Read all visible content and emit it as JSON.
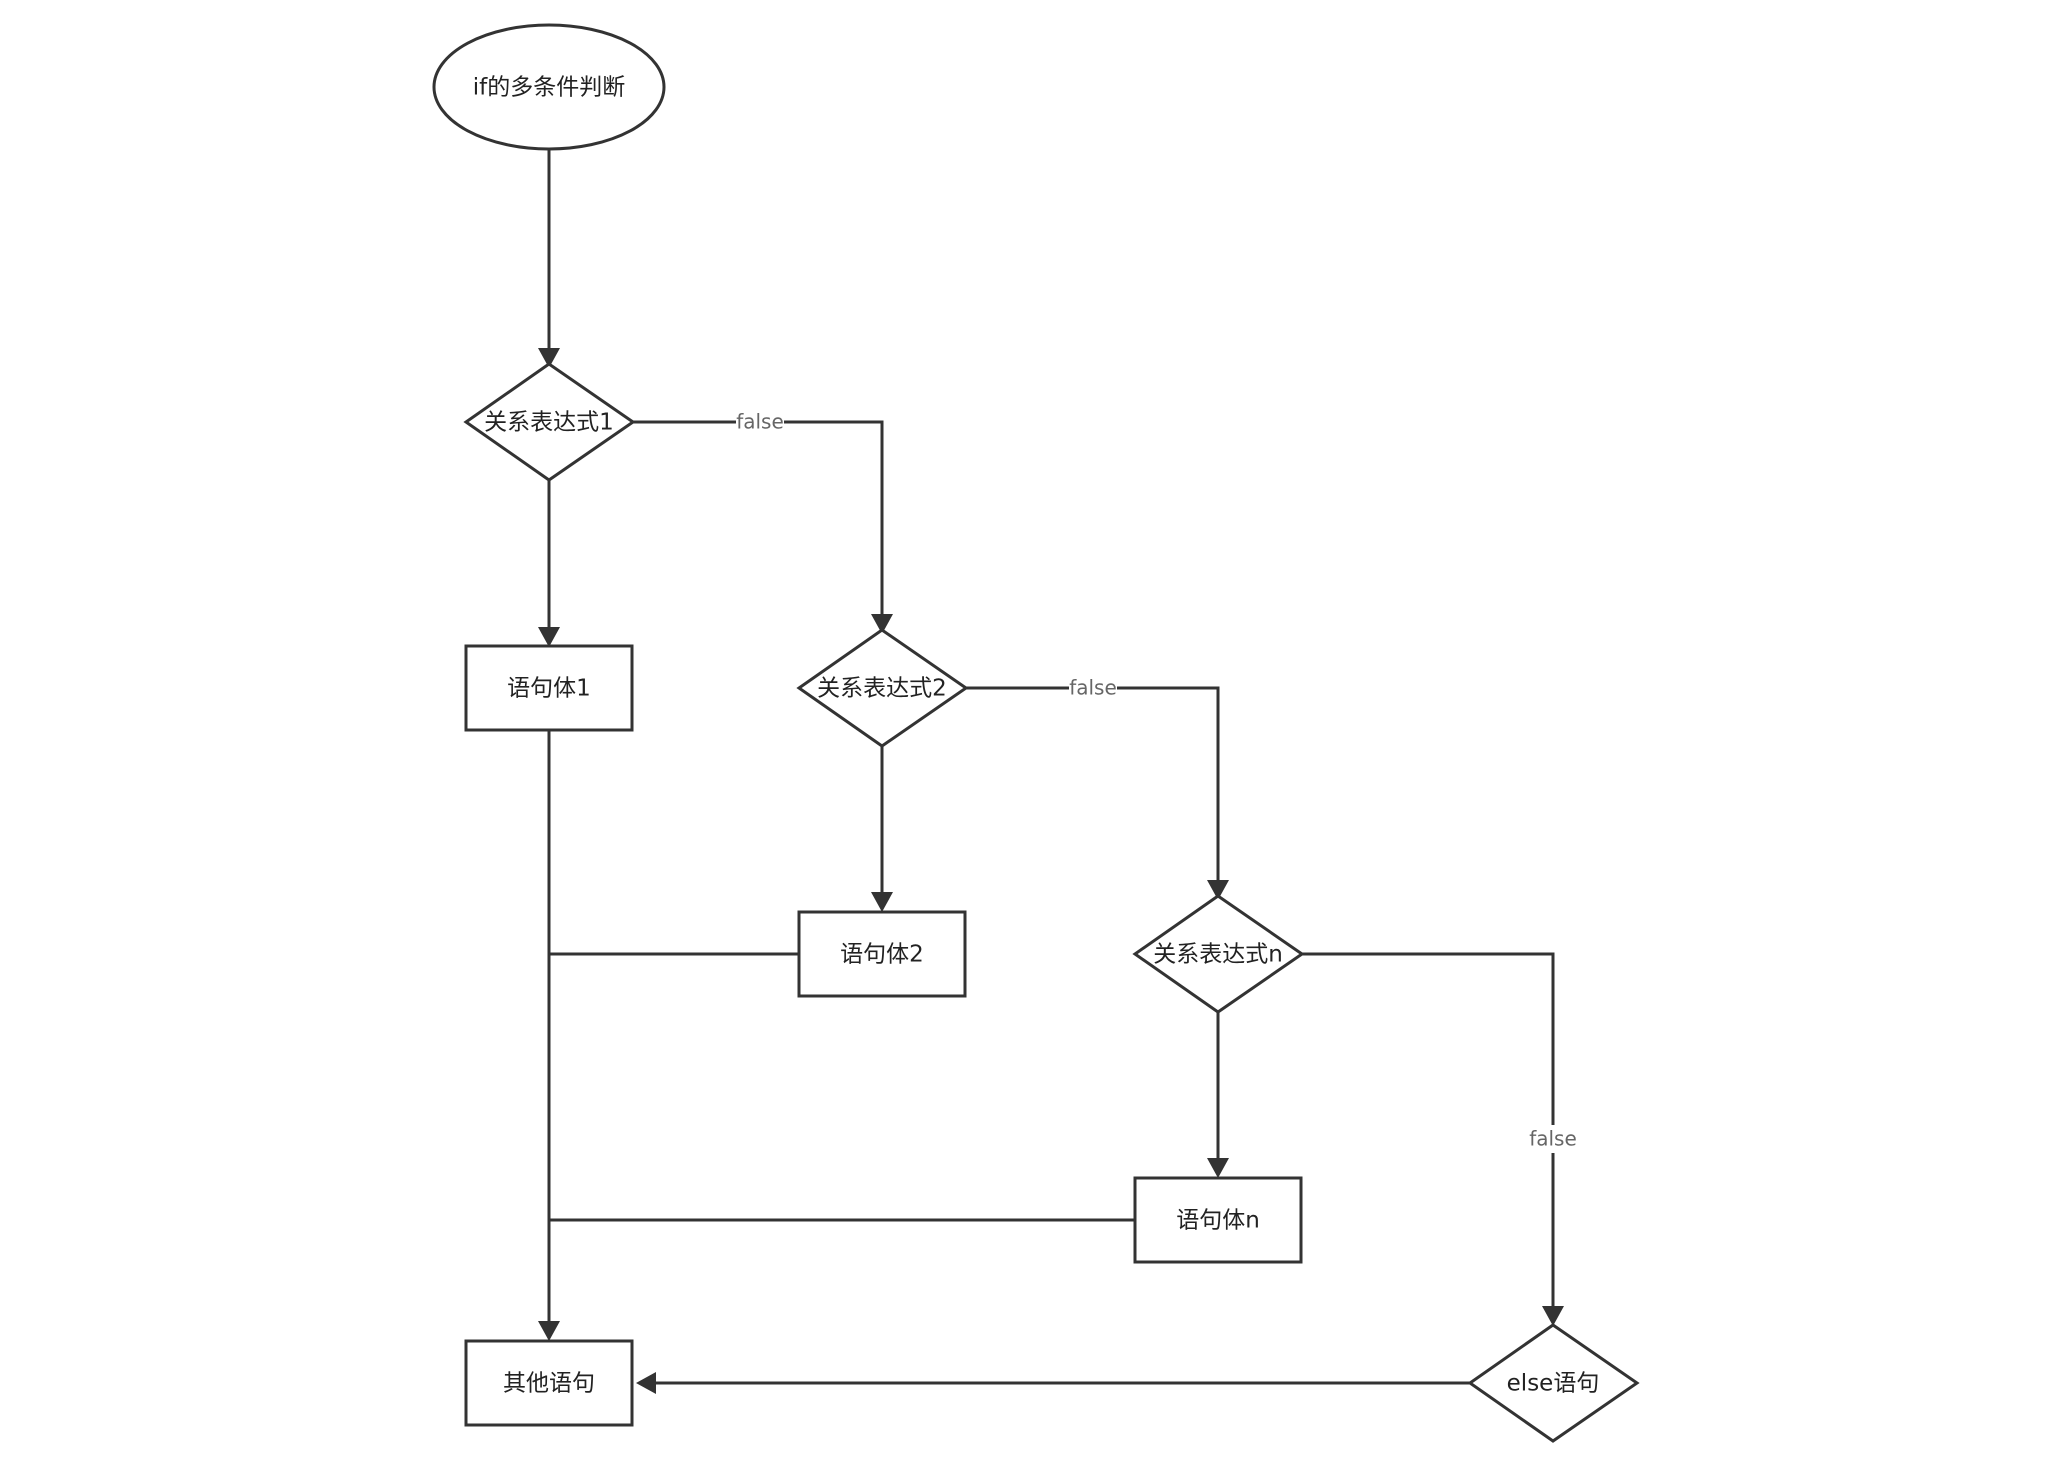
{
  "nodes": {
    "start": "if的多条件判断",
    "cond1": "关系表达式1",
    "cond2": "关系表达式2",
    "condn": "关系表达式n",
    "body1": "语句体1",
    "body2": "语句体2",
    "bodyn": "语句体n",
    "else": "else语句",
    "other": "其他语句"
  },
  "edge_labels": {
    "false1": "false",
    "false2": "false",
    "falsen": "false"
  }
}
